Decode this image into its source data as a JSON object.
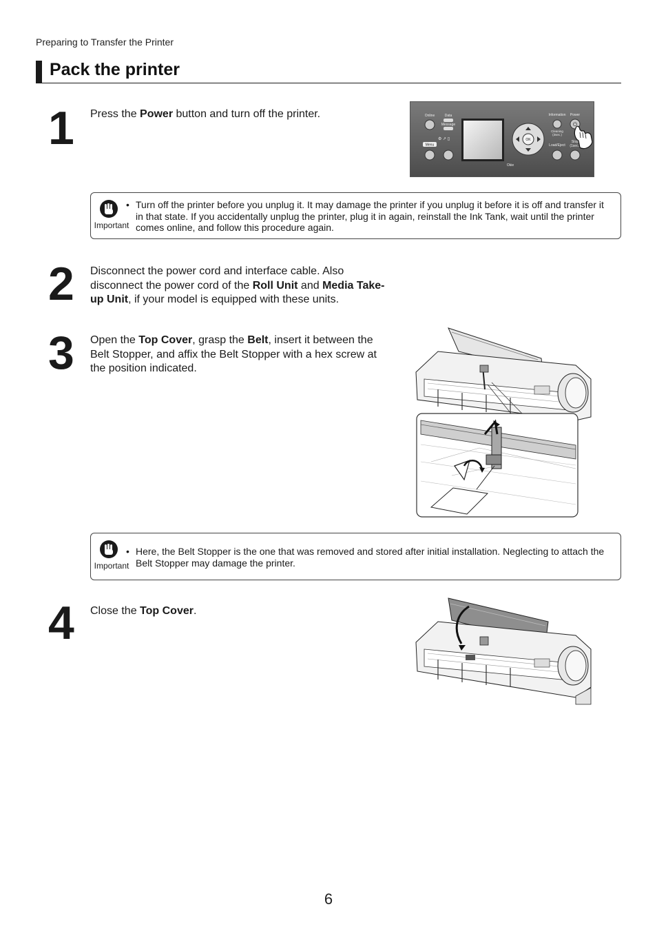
{
  "header": {
    "breadcrumb": "Preparing to Transfer the Printer",
    "title": "Pack the printer"
  },
  "steps": [
    {
      "number": "1",
      "parts": [
        {
          "t": "Press the "
        },
        {
          "t": "Power",
          "b": true
        },
        {
          "t": " button and turn off the printer."
        }
      ]
    },
    {
      "number": "2",
      "parts": [
        {
          "t": "Disconnect the power cord and interface cable. Also disconnect the power cord of the "
        },
        {
          "t": "Roll Unit",
          "b": true
        },
        {
          "t": " and "
        },
        {
          "t": "Media Take-up Unit",
          "b": true
        },
        {
          "t": ", if your model is equipped with these units."
        }
      ]
    },
    {
      "number": "3",
      "parts": [
        {
          "t": "Open the "
        },
        {
          "t": "Top Cover",
          "b": true
        },
        {
          "t": ", grasp the "
        },
        {
          "t": "Belt",
          "b": true
        },
        {
          "t": ", insert it between the Belt Stopper, and affix the Belt Stopper with a hex screw at the position indicated."
        }
      ]
    },
    {
      "number": "4",
      "parts": [
        {
          "t": "Close the "
        },
        {
          "t": "Top Cover",
          "b": true
        },
        {
          "t": "."
        }
      ]
    }
  ],
  "notes": [
    {
      "label": "Important",
      "text": "Turn off the printer before you unplug it. It may damage the printer if you unplug it before it is off and transfer it in that state. If you accidentally unplug the printer, plug it in again, reinstall the Ink Tank, wait until the printer comes online, and follow this procedure again."
    },
    {
      "label": "Important",
      "text": "Here, the Belt Stopper is the one that was removed and stored after initial installation. Neglecting to attach the Belt Stopper may damage the printer."
    }
  ],
  "control_panel": {
    "online": "Online",
    "data": "Data",
    "message": "Message",
    "menu": "Menu",
    "ok": "OK",
    "information": "Information",
    "power": "Power",
    "cleaning": "Cleaning",
    "cleaning_sub": "(3sec.)",
    "load_eject": "Load/Eject",
    "stop": "Stop",
    "stop_sub": "(1sec.)",
    "brand": "Okie"
  },
  "footer": {
    "page_number": "6"
  }
}
